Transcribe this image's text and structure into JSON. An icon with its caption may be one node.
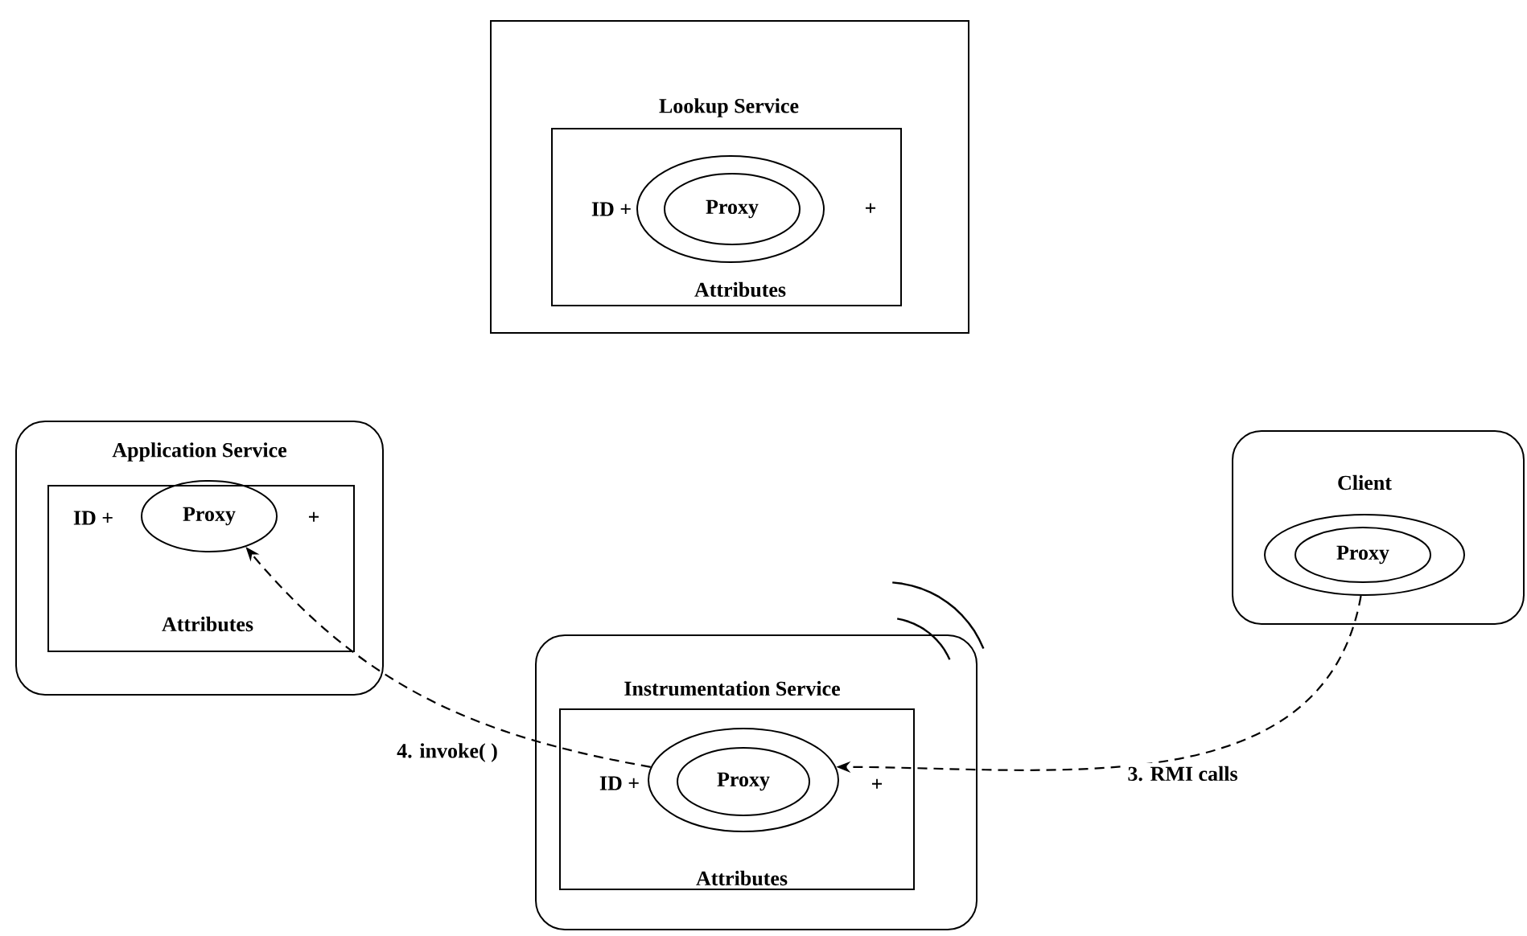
{
  "diagram": {
    "nodes": [
      {
        "text": [
          "Lookup Service"
        ]
      },
      {
        "text": [
          "ID +",
          "+",
          "Attributes"
        ],
        "in": 0
      },
      {
        "text": [],
        "shape": "ellipse",
        "in": 1
      },
      {
        "text": [
          "Proxy"
        ],
        "in": 2
      },
      {
        "text": [
          "Application Service"
        ]
      },
      {
        "text": [
          "ID +",
          "+",
          "Attributes"
        ],
        "in": 4
      },
      {
        "text": [
          "Proxy"
        ],
        "in": 5
      },
      {
        "text": [
          "Client"
        ]
      },
      {
        "text": [],
        "shape": "ellipse",
        "in": 7
      },
      {
        "text": [
          "Proxy"
        ],
        "in": 8
      },
      {
        "text": [
          "Instrumentation Service"
        ]
      },
      {
        "text": [
          "ID +",
          "+",
          "Attributes"
        ],
        "in": 10
      },
      {
        "text": [],
        "shape": "ellipse",
        "in": 11
      },
      {
        "text": [
          "Proxy"
        ],
        "in": 12
      }
    ],
    "edges": [
      {
        "from": 8,
        "to": 12,
        "arrow": "to",
        "style": "dashed",
        "label": "3. RMI calls"
      },
      {
        "from": 12,
        "to": 6,
        "arrow": "to",
        "style": "dashed",
        "label": "4. invoke( )"
      }
    ]
  }
}
